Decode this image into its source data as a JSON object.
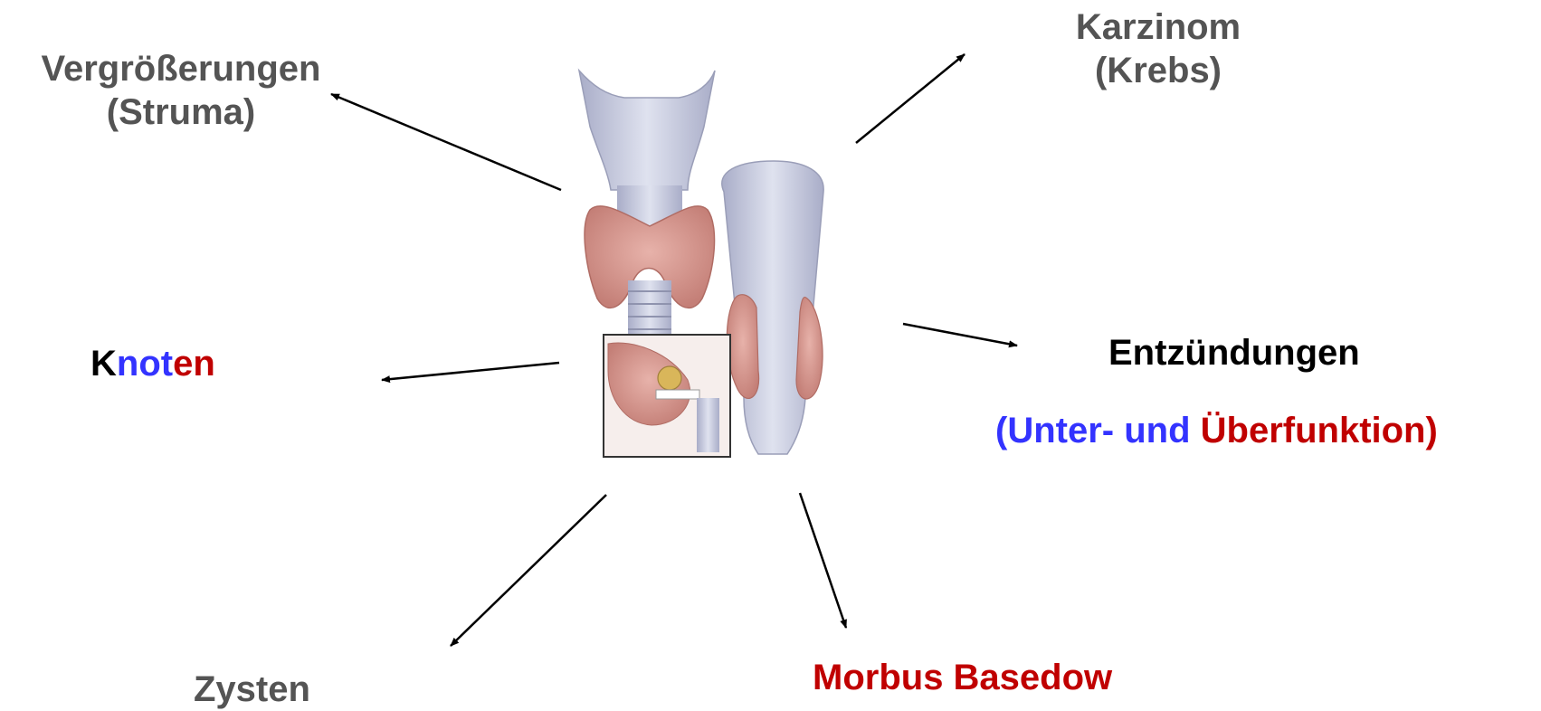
{
  "labels": {
    "struma_line1": "Vergrößerungen",
    "struma_line2": "(Struma)",
    "karzinom_line1": "Karzinom",
    "karzinom_line2": "(Krebs)",
    "knoten": {
      "k": "K",
      "not": "not",
      "en": "en"
    },
    "entzuendungen": "Entzündungen",
    "funktion": {
      "open": "(Unter- und ",
      "ueber": "Überfunktion)"
    },
    "zysten": "Zysten",
    "basedow": "Morbus Basedow"
  },
  "colors": {
    "gray_text": "#545454",
    "black_text": "#000000",
    "blue": "#3333ff",
    "red": "#c00000",
    "arrow": "#000000",
    "thyroid_tissue": "#d9978f",
    "trachea": "#c5c8dd"
  }
}
